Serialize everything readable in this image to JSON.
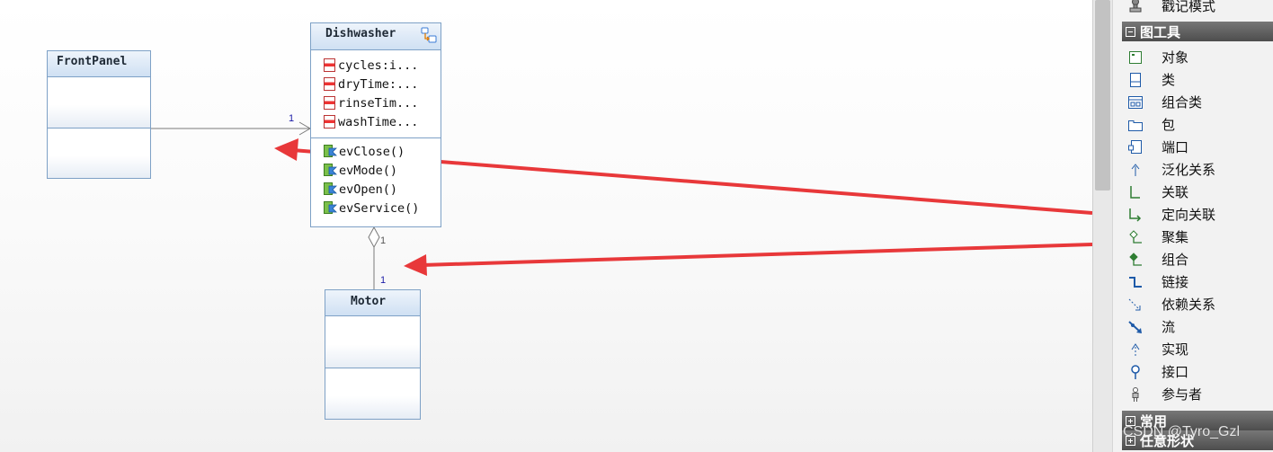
{
  "diagram": {
    "classes": {
      "frontpanel": {
        "name": "FrontPanel"
      },
      "dishwasher": {
        "name": "Dishwasher",
        "attributes": [
          "cycles:i...",
          "dryTime:...",
          "rinseTim...",
          "washTime..."
        ],
        "operations": [
          "evClose()",
          "evMode()",
          "evOpen()",
          "evService()"
        ]
      },
      "motor": {
        "name": "Motor"
      }
    },
    "multiplicities": {
      "frontpanel_to_dishwasher": "1",
      "dishwasher_motor_top": "1",
      "dishwasher_motor_bottom": "1"
    },
    "arrow_color": "#e8383a"
  },
  "toolbox": {
    "top_item": "戳记模式",
    "sections": {
      "tools": "图工具",
      "common": "常用",
      "freeform": "任意形状"
    },
    "items": [
      {
        "label": "对象",
        "icon": "object-icon"
      },
      {
        "label": "类",
        "icon": "class-icon"
      },
      {
        "label": "组合类",
        "icon": "composite-class-icon"
      },
      {
        "label": "包",
        "icon": "package-icon"
      },
      {
        "label": "端口",
        "icon": "port-icon"
      },
      {
        "label": "泛化关系",
        "icon": "generalization-icon"
      },
      {
        "label": "关联",
        "icon": "association-icon"
      },
      {
        "label": "定向关联",
        "icon": "directed-association-icon"
      },
      {
        "label": "聚集",
        "icon": "aggregation-icon"
      },
      {
        "label": "组合",
        "icon": "composition-icon"
      },
      {
        "label": "链接",
        "icon": "link-icon"
      },
      {
        "label": "依赖关系",
        "icon": "dependency-icon"
      },
      {
        "label": "流",
        "icon": "flow-icon"
      },
      {
        "label": "实现",
        "icon": "realization-icon"
      },
      {
        "label": "接口",
        "icon": "interface-icon"
      },
      {
        "label": "参与者",
        "icon": "actor-icon"
      }
    ]
  },
  "watermark": "CSDN @Tyro_Gzl"
}
